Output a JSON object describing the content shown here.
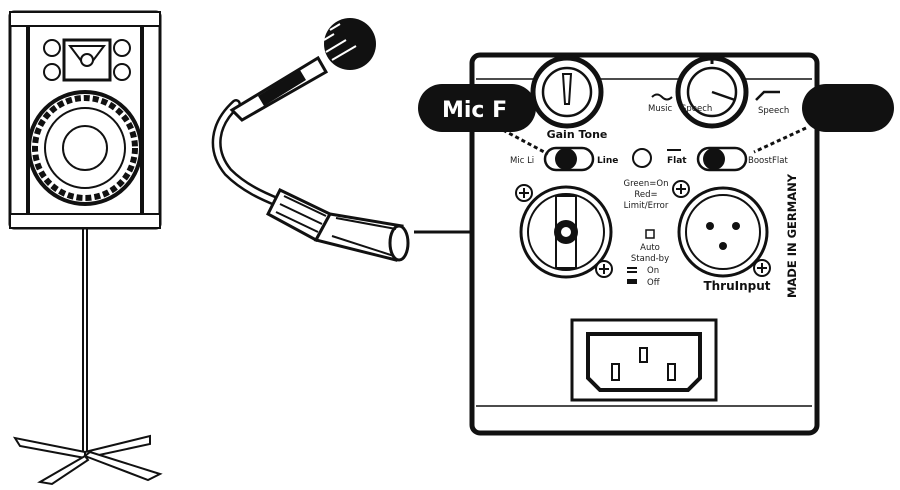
{
  "callouts": {
    "left_label": "Mic F",
    "right_label": ""
  },
  "panel": {
    "gain_label": "Gain Tone",
    "music_label": "Music",
    "speech_label": "Speech",
    "speech_right_label": "Speech",
    "mic_line_label": "Mic Li",
    "line_label": "Line",
    "flat_label": "Flat",
    "boost_flat_label": "BoostFlat",
    "status_line1": "Green=On",
    "status_line2": "Red=",
    "status_line3": "Limit/Error",
    "auto_line1": "Auto",
    "auto_line2": "Stand-by",
    "on_label": "On",
    "off_label": "Off",
    "thru_input_label": "ThruInput",
    "made_in_label": "MADE IN GERMANY"
  }
}
